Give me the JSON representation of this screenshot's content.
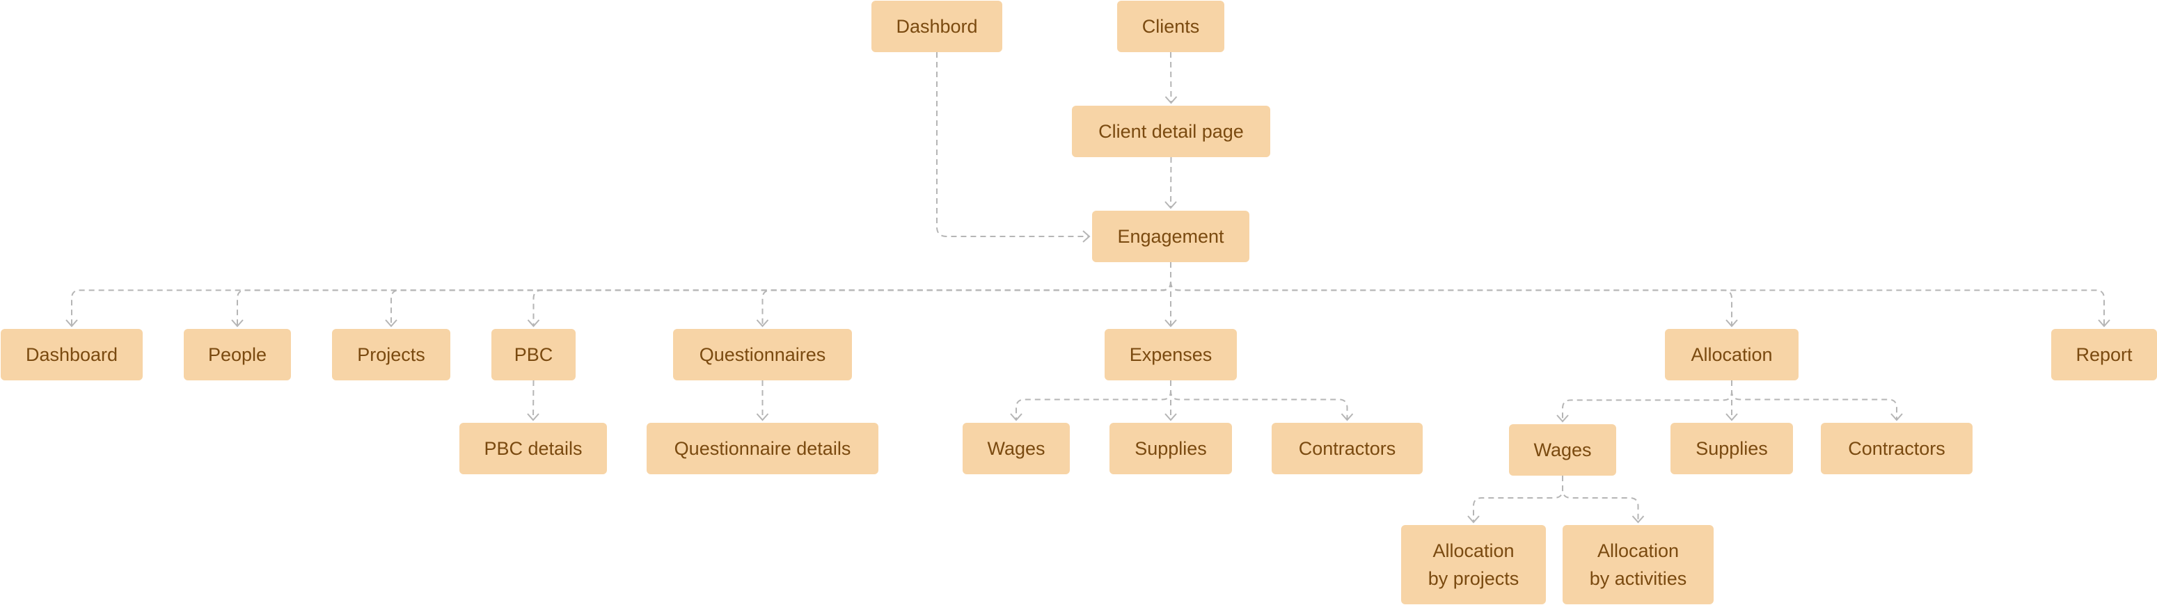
{
  "colors": {
    "node_fill": "#f7d4a6",
    "node_text": "#7a4a10",
    "edge": "#b5b5b5"
  },
  "nodes": {
    "dashbord_top": "Dashbord",
    "clients": "Clients",
    "client_detail_page": "Client detail page",
    "engagement": "Engagement",
    "dashboard": "Dashboard",
    "people": "People",
    "projects": "Projects",
    "pbc": "PBC",
    "questionnaires": "Questionnaires",
    "expenses": "Expenses",
    "allocation": "Allocation",
    "report": "Report",
    "pbc_details": "PBC details",
    "questionnaire_details": "Questionnaire details",
    "exp_wages": "Wages",
    "exp_supplies": "Supplies",
    "exp_contractors": "Contractors",
    "alloc_wages": "Wages",
    "alloc_supplies": "Supplies",
    "alloc_contractors": "Contractors",
    "alloc_by_projects": {
      "line1": "Allocation",
      "line2": "by projects"
    },
    "alloc_by_activities": {
      "line1": "Allocation",
      "line2": "by activities"
    }
  },
  "edges": [
    [
      "clients",
      "client_detail_page"
    ],
    [
      "client_detail_page",
      "engagement"
    ],
    [
      "dashbord_top",
      "engagement"
    ],
    [
      "engagement",
      "dashboard"
    ],
    [
      "engagement",
      "people"
    ],
    [
      "engagement",
      "projects"
    ],
    [
      "engagement",
      "pbc"
    ],
    [
      "engagement",
      "questionnaires"
    ],
    [
      "engagement",
      "expenses"
    ],
    [
      "engagement",
      "allocation"
    ],
    [
      "engagement",
      "report"
    ],
    [
      "pbc",
      "pbc_details"
    ],
    [
      "questionnaires",
      "questionnaire_details"
    ],
    [
      "expenses",
      "exp_wages"
    ],
    [
      "expenses",
      "exp_supplies"
    ],
    [
      "expenses",
      "exp_contractors"
    ],
    [
      "allocation",
      "alloc_wages"
    ],
    [
      "allocation",
      "alloc_supplies"
    ],
    [
      "allocation",
      "alloc_contractors"
    ],
    [
      "alloc_wages",
      "alloc_by_projects"
    ],
    [
      "alloc_wages",
      "alloc_by_activities"
    ]
  ]
}
